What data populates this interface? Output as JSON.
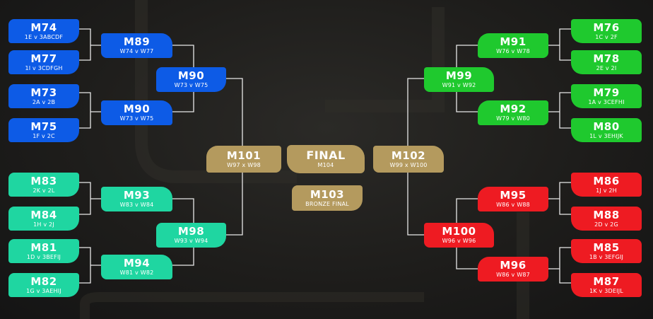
{
  "colors": {
    "blue": "#0d5be6",
    "teal": "#1fd6a1",
    "green": "#1fc92e",
    "red": "#ee1b22",
    "gold": "#b49a5e",
    "line": "#e8e8e8"
  },
  "matches": {
    "m74": {
      "code": "M74",
      "sub": "1E v 3ABCDF"
    },
    "m77": {
      "code": "M77",
      "sub": "1I v 3CDFGH"
    },
    "m73": {
      "code": "M73",
      "sub": "2A v 2B"
    },
    "m75": {
      "code": "M75",
      "sub": "1F v 2C"
    },
    "m83": {
      "code": "M83",
      "sub": "2K v 2L"
    },
    "m84": {
      "code": "M84",
      "sub": "1H v 2J"
    },
    "m81": {
      "code": "M81",
      "sub": "1D v 3BEFIJ"
    },
    "m82": {
      "code": "M82",
      "sub": "1G v 3AEHIJ"
    },
    "m89": {
      "code": "M89",
      "sub": "W74 v W77"
    },
    "m90a": {
      "code": "M90",
      "sub": "W73 v W75"
    },
    "m93": {
      "code": "M93",
      "sub": "W83 v W84"
    },
    "m94": {
      "code": "M94",
      "sub": "W81 v W82"
    },
    "m90b": {
      "code": "M90",
      "sub": "W73 v W75"
    },
    "m98": {
      "code": "M98",
      "sub": "W93 v W94"
    },
    "m101": {
      "code": "M101",
      "sub": "W97 x W98"
    },
    "final": {
      "code": "FINAL",
      "sub": "M104"
    },
    "m103": {
      "code": "M103",
      "sub": "BRONZE FINAL"
    },
    "m102": {
      "code": "M102",
      "sub": "W99 x W100"
    },
    "m99": {
      "code": "M99",
      "sub": "W91 v W92"
    },
    "m100": {
      "code": "M100",
      "sub": "W96 v W96"
    },
    "m91": {
      "code": "M91",
      "sub": "W76 v W78"
    },
    "m92": {
      "code": "M92",
      "sub": "W79 v W80"
    },
    "m95": {
      "code": "M95",
      "sub": "W86 v W88"
    },
    "m96": {
      "code": "M96",
      "sub": "W86 v W87"
    },
    "m76": {
      "code": "M76",
      "sub": "1C v 2F"
    },
    "m78": {
      "code": "M78",
      "sub": "2E v 2I"
    },
    "m79": {
      "code": "M79",
      "sub": "1A v 3CEFHI"
    },
    "m80": {
      "code": "M80",
      "sub": "1L v 3EHIJK"
    },
    "m86": {
      "code": "M86",
      "sub": "1J v 2H"
    },
    "m88": {
      "code": "M88",
      "sub": "2D v 2G"
    },
    "m85": {
      "code": "M85",
      "sub": "1B v 3EFGIJ"
    },
    "m87": {
      "code": "M87",
      "sub": "1K v 3DEIJL"
    }
  }
}
